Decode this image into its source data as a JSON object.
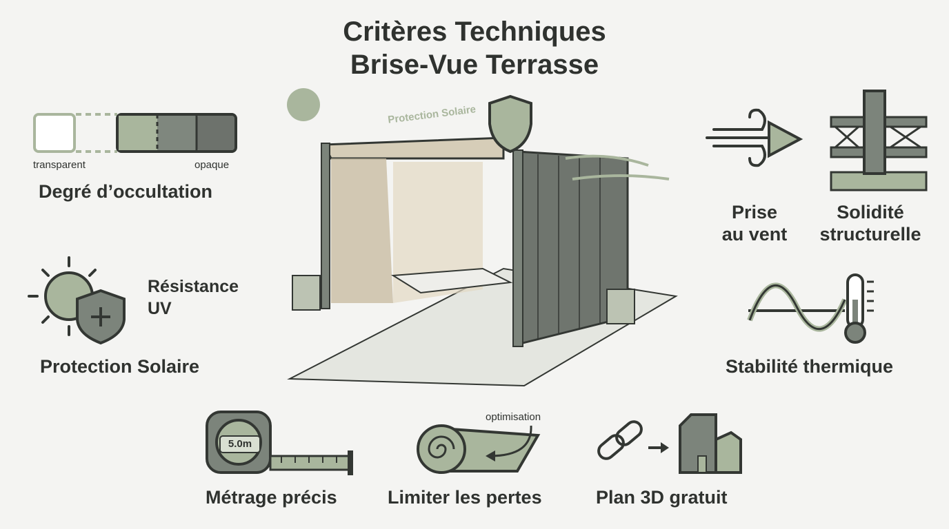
{
  "title": {
    "line1": "Critères Techniques",
    "line2": "Brise-Vue Terrasse"
  },
  "colors": {
    "sage": "#a9b69d",
    "dark": "#333733",
    "mid": "#7c847b",
    "background": "#f4f4f2"
  },
  "occultation": {
    "label": "Degré d’occultation",
    "left": "transparent",
    "right": "opaque"
  },
  "uv": {
    "title_line1": "Résistance",
    "title_line2": "UV",
    "label": "Protection Solaire",
    "icons": [
      "sun-icon",
      "shield-plus-icon"
    ]
  },
  "center": {
    "banner": "Protection Solaire",
    "icons": [
      "pergola-illustration",
      "shield-icon",
      "sun-icon",
      "wind-icon"
    ]
  },
  "wind": {
    "line1": "Prise",
    "line2": "au vent",
    "icon": "wind-arrow-icon"
  },
  "structure": {
    "line1": "Solidité",
    "line2": "structurelle",
    "icon": "post-beam-icon"
  },
  "thermal": {
    "label": "Stabilité thermique",
    "icon": "wave-thermometer-icon"
  },
  "bottom": [
    {
      "label": "Métrage précis",
      "icon": "tape-measure-icon",
      "badge": "5.0m"
    },
    {
      "label": "Limiter les pertes",
      "icon": "fabric-roll-icon",
      "note": "optimisation"
    },
    {
      "label": "Plan 3D gratuit",
      "icon": "link-to-3d-icon"
    }
  ]
}
